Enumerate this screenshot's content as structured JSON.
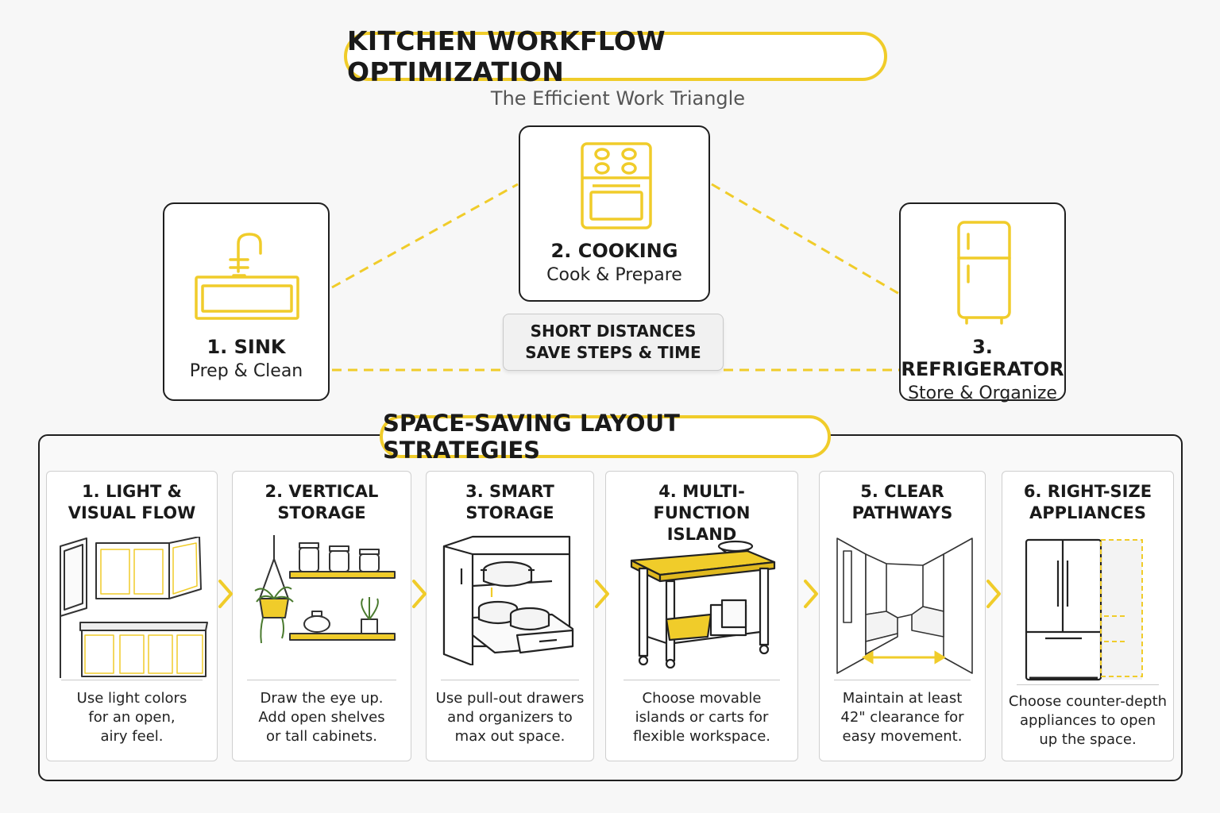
{
  "header": {
    "title": "KITCHEN WORKFLOW OPTIMIZATION",
    "subtitle": "The Efficient Work Triangle"
  },
  "triangle": {
    "sink": {
      "title": "1. SINK",
      "subtitle": "Prep & Clean",
      "icon": "sink-icon"
    },
    "cooking": {
      "title": "2. COOKING",
      "subtitle": "Cook & Prepare",
      "icon": "stove-icon"
    },
    "refrigerator": {
      "title": "3. REFRIGERATOR",
      "subtitle": "Store & Organize",
      "icon": "refrigerator-icon"
    },
    "callout": {
      "line1": "SHORT DISTANCES",
      "line2": "SAVE STEPS & TIME"
    }
  },
  "strategies": {
    "heading": "SPACE-SAVING LAYOUT STRATEGIES",
    "cards": [
      {
        "title1": "1. LIGHT &",
        "title2": "VISUAL FLOW",
        "icon": "light-cabinets-icon",
        "lines": [
          "Use light colors",
          "for an open,",
          "airy feel."
        ]
      },
      {
        "title1": "2. VERTICAL",
        "title2": "STORAGE",
        "icon": "open-shelves-icon",
        "lines": [
          "Draw the eye up.",
          "Add open shelves",
          "or tall cabinets."
        ]
      },
      {
        "title1": "3. SMART",
        "title2": "STORAGE",
        "icon": "pull-out-drawer-icon",
        "lines": [
          "Use pull-out drawers",
          "and organizers to",
          "max out space."
        ]
      },
      {
        "title1": "4. MULTI-FUNCTION",
        "title2": "ISLAND",
        "icon": "kitchen-island-cart-icon",
        "lines": [
          "Choose movable",
          "islands or carts for",
          "flexible workspace."
        ]
      },
      {
        "title1": "5. CLEAR",
        "title2": "PATHWAYS",
        "icon": "kitchen-pathway-icon",
        "lines": [
          "Maintain at least",
          "42\" clearance for",
          "easy movement."
        ]
      },
      {
        "title1": "6. RIGHT-SIZE",
        "title2": "APPLIANCES",
        "icon": "counter-depth-fridge-icon",
        "lines": [
          "Choose counter-depth",
          "appliances to open",
          "up the space."
        ]
      }
    ]
  },
  "colors": {
    "accent": "#f0cc2a",
    "outline": "#1f1f1f",
    "background": "#f7f7f7"
  }
}
